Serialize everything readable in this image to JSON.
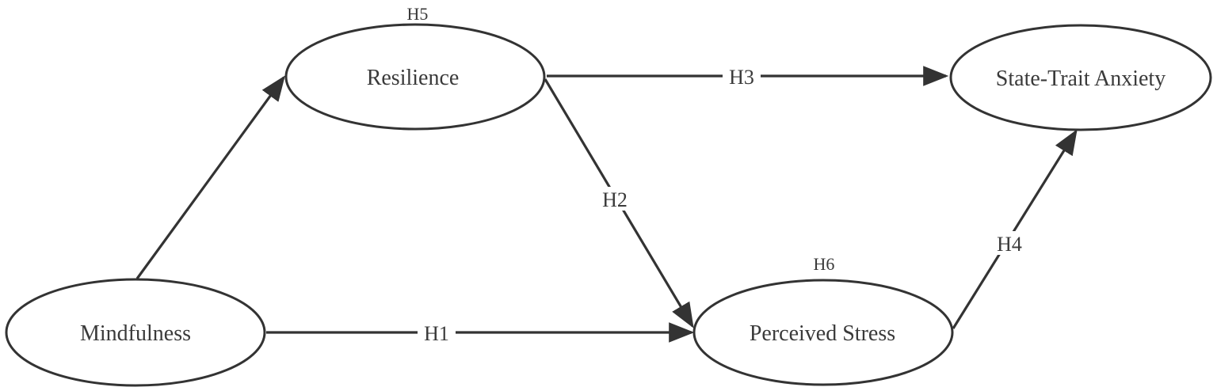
{
  "nodes": {
    "mindfulness": {
      "label": "Mindfulness"
    },
    "resilience": {
      "label": "Resilience",
      "tag": "H5"
    },
    "perceived_stress": {
      "label": "Perceived Stress",
      "tag": "H6"
    },
    "state_trait_anxiety": {
      "label": "State-Trait Anxiety"
    }
  },
  "edges": {
    "h1": {
      "label": "H1",
      "from": "Mindfulness",
      "to": "Perceived Stress"
    },
    "h2": {
      "label": "H2",
      "from": "Resilience",
      "to": "Perceived Stress"
    },
    "h3": {
      "label": "H3",
      "from": "Resilience",
      "to": "State-Trait Anxiety"
    },
    "h4": {
      "label": "H4",
      "from": "Perceived Stress",
      "to": "State-Trait Anxiety"
    },
    "mindfulness_resilience": {
      "label": "",
      "from": "Mindfulness",
      "to": "Resilience"
    }
  },
  "colors": {
    "stroke": "#333333",
    "text": "#3a3a3a",
    "background": "#ffffff"
  }
}
